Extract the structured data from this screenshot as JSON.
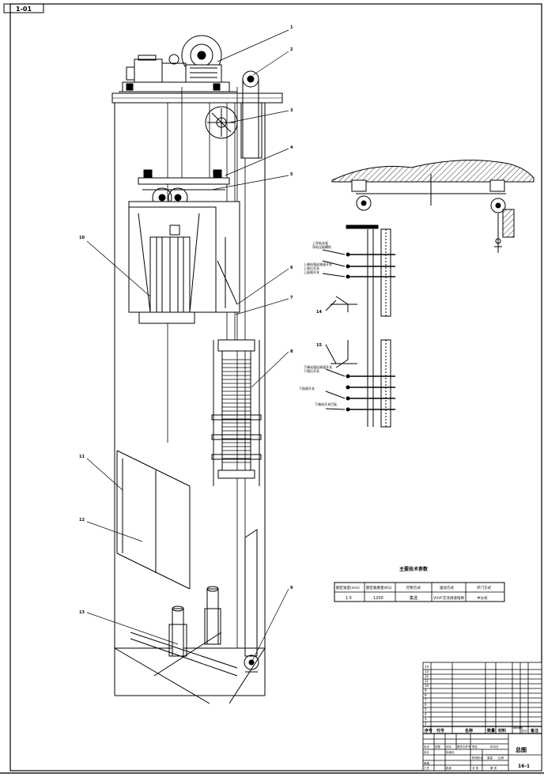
{
  "sheet": {
    "tag": "1-01",
    "drawing_title": "总图",
    "drawing_number": "16-1"
  },
  "callouts": [
    "1",
    "2",
    "3",
    "4",
    "5",
    "6",
    "7",
    "8",
    "9",
    "10",
    "11",
    "12",
    "13"
  ],
  "detail_notes": {
    "upper": [
      "上导轨支架",
      "导轨压板螺栓",
      "上端站强迫减速开关",
      "上限位开关",
      "上极限开关",
      "14"
    ],
    "lower": [
      "15",
      "下端站强迫减速开关",
      "下限位开关",
      "下极限开关",
      "下端站开关打板"
    ]
  },
  "spec_table": {
    "title": "主要技术参数",
    "headers": [
      "额定速度(m/s)",
      "额定载重量(KG)",
      "控制方式",
      "驱动方式",
      "开门方式"
    ],
    "values": [
      "1.5",
      "1200",
      "集选",
      "VVVF交流调速电梯",
      "中分式"
    ]
  },
  "parts_rows": [
    "14",
    "13",
    "12",
    "11",
    "10",
    "9",
    "8",
    "7",
    "6",
    "5",
    "4",
    "3",
    "2",
    "1"
  ],
  "title_block": {
    "col_labels": [
      "序号",
      "代号",
      "名称",
      "数量",
      "材料",
      "单件重量",
      "总计",
      "备注"
    ],
    "approval_labels": [
      "标记",
      "处数",
      "分区",
      "更改文件号",
      "签名",
      "年月日",
      "设计",
      "标准化",
      "审核",
      "工艺",
      "批准"
    ],
    "stage_labels": [
      "阶段标记",
      "重量",
      "比例"
    ],
    "sheet_labels": [
      "共 张",
      "第 张"
    ]
  },
  "colors": {
    "line": "#000000",
    "paper": "#ffffff"
  }
}
